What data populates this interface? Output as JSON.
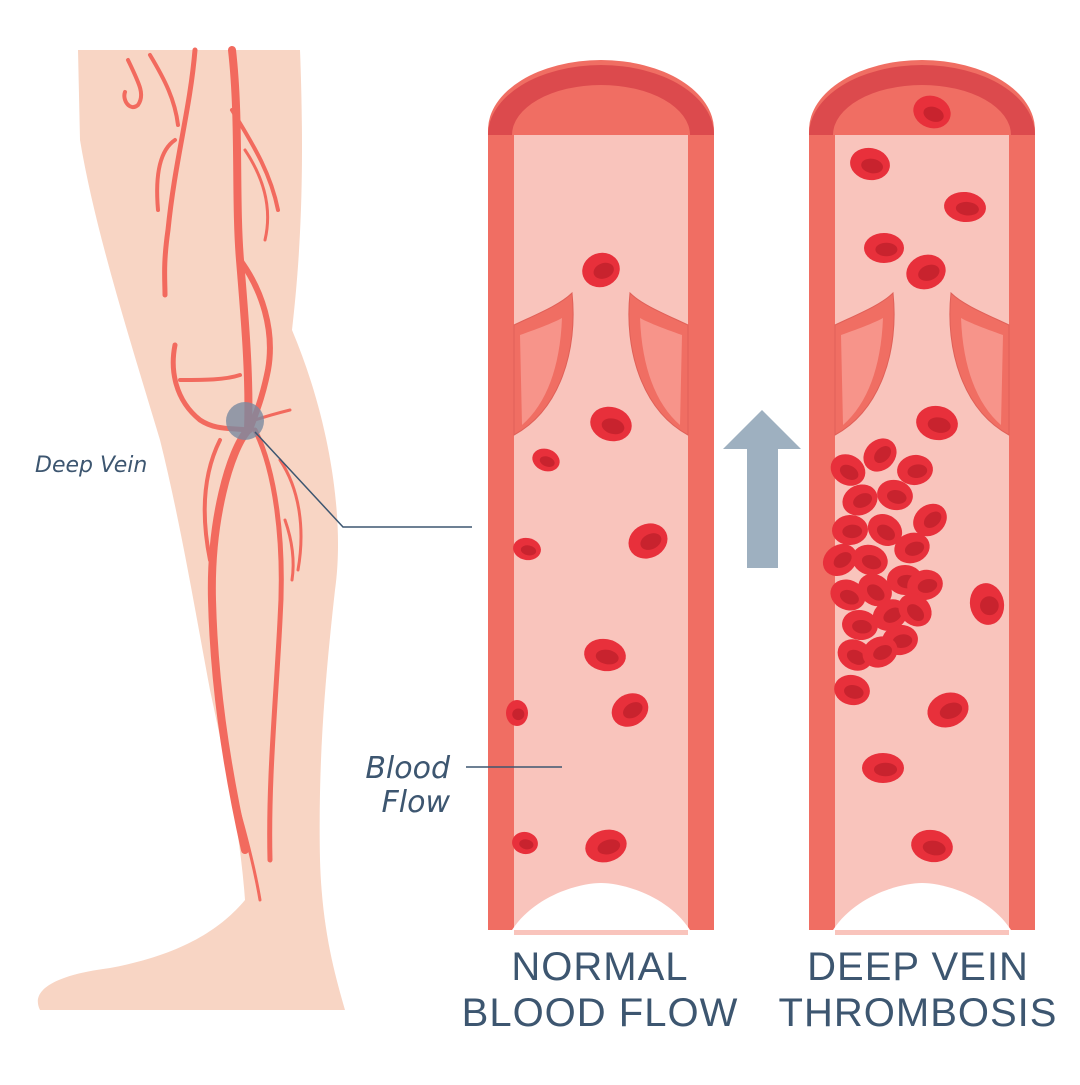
{
  "labels": {
    "deep_vein": "Deep Vein",
    "blood_flow_line1": "Blood",
    "blood_flow_line2": "Flow"
  },
  "captions": {
    "normal_line1": "NORMAL",
    "normal_line2": "BLOOD FLOW",
    "dvt_line1": "DEEP VEIN",
    "dvt_line2": "THROMBOSIS"
  },
  "colors": {
    "skin": "#f8d5c4",
    "vein": "#f26a5e",
    "vessel_wall": "#f06e63",
    "vessel_rim": "#dc4a4d",
    "vessel_inner": "#f9c4bc",
    "cell": "#e8303b",
    "cell_center": "#c8232e",
    "arrow": "#9eb0c0",
    "text": "#3d5670",
    "marker": "#7a8aa0"
  }
}
